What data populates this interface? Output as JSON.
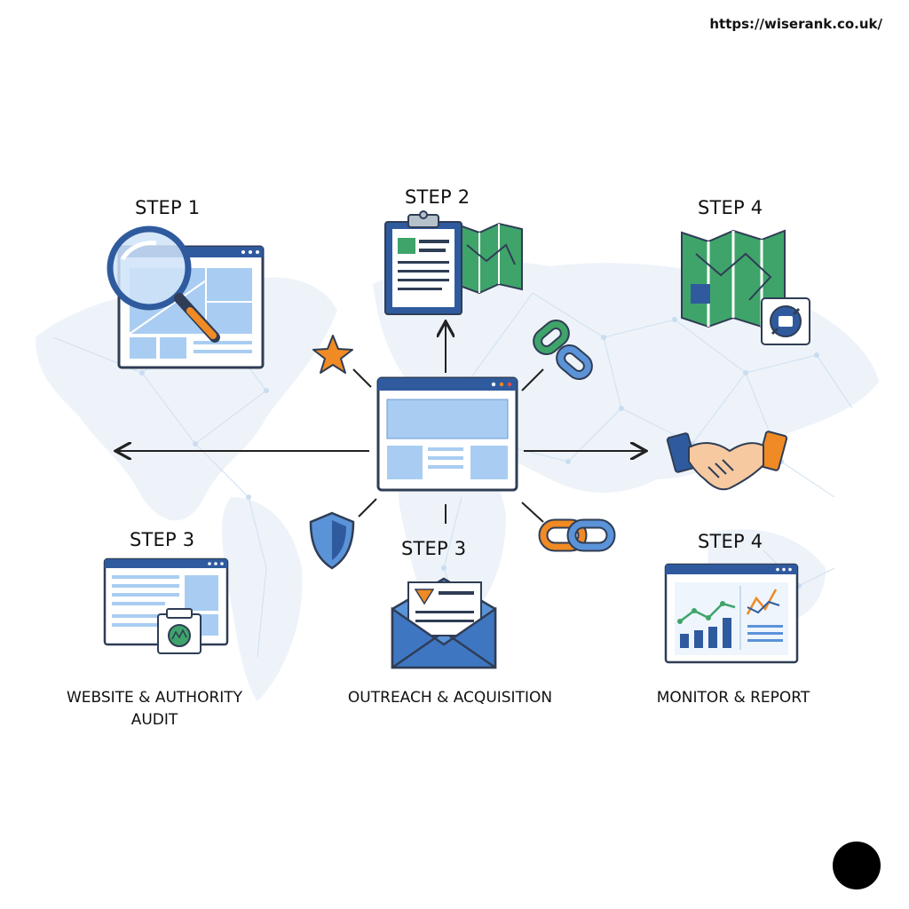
{
  "url": "https://wiserank.co.uk/",
  "steps": {
    "top_left": "STEP 1",
    "top_center": "STEP 2",
    "top_right": "STEP 4",
    "bottom_left": "STEP 3",
    "bottom_center": "STEP 3",
    "bottom_right": "STEP 4"
  },
  "captions": {
    "left_line1": "WEBSITE & AUTHORITY",
    "left_line2": "AUDIT",
    "center": "OUTREACH & ACQUISITION",
    "right": "MONITOR & REPORT"
  },
  "colors": {
    "blue_dark": "#2f5b9e",
    "blue_light": "#a9cdf2",
    "green": "#3fa46a",
    "orange": "#f08a24",
    "map": "#e9f0f7"
  }
}
